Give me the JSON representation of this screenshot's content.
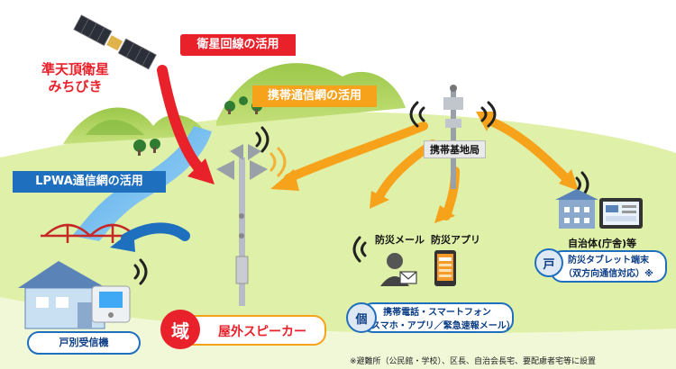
{
  "satellite": {
    "label_line1": "準天頂衛星",
    "label_line2": "みちびき",
    "usage_label": "衛星回線の活用"
  },
  "mobile": {
    "usage_label": "携帯通信網の活用",
    "base_station_label": "携帯基地局"
  },
  "lpwa": {
    "usage_label": "LPWA通信網の活用",
    "receiver_label": "戸別受信機"
  },
  "speaker": {
    "badge": "域",
    "label": "屋外スピーカー"
  },
  "phone": {
    "mail_label": "防災メール",
    "app_label": "防災アプリ",
    "badge": "個",
    "line1": "携帯電話・スマートフォン",
    "line2": "（スマホ・アプリ／緊急速報メール）"
  },
  "municipality": {
    "label": "自治体(庁舎)等",
    "badge": "戸",
    "line1": "防災タブレット端末",
    "line2": "（双方向通信対応）※"
  },
  "footnote": "※避難所（公民館・学校）、区長、自治会長宅、要配慮者宅等に設置",
  "colors": {
    "red": "#e8212b",
    "orange": "#f7a21b",
    "blue": "#1f6fbf",
    "field": "#dff0a8"
  }
}
